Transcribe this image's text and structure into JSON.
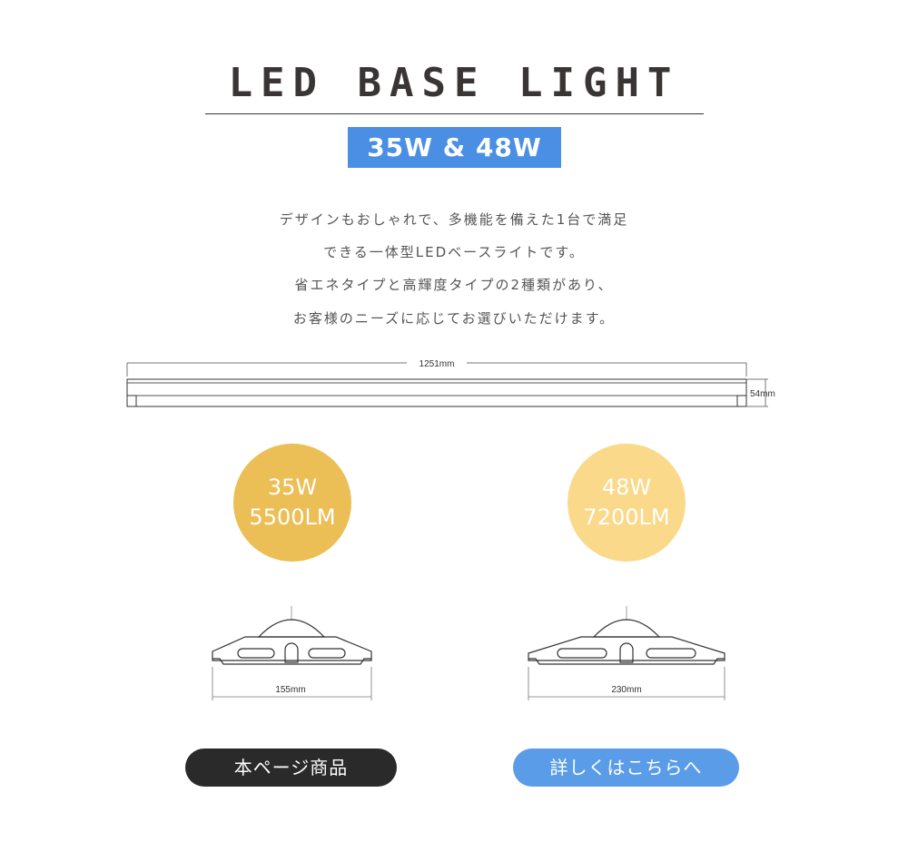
{
  "header": {
    "title": "LED BASE LIGHT",
    "badge": "35W & 48W"
  },
  "description": {
    "lines": [
      "デザインもおしゃれで、多機能を備えた1台で満足",
      "できる一体型LEDベースライトです。",
      "省エネタイプと高輝度タイプの2種類があり、",
      "お客様のニーズに応じてお選びいただけます。"
    ]
  },
  "fixture": {
    "length_label": "1251mm",
    "height_label": "54mm"
  },
  "variants": [
    {
      "watt": "35W",
      "lumen": "5500LM",
      "width_label": "155mm",
      "button_label": "本ページ商品",
      "color": "#ebbf55"
    },
    {
      "watt": "48W",
      "lumen": "7200LM",
      "width_label": "230mm",
      "button_label": "詳しくはこちらへ",
      "color": "#fad98a"
    }
  ],
  "colors": {
    "badge": "#4a8fe3",
    "button_current": "#2a2a2a",
    "button_detail": "#5b9ce8"
  }
}
